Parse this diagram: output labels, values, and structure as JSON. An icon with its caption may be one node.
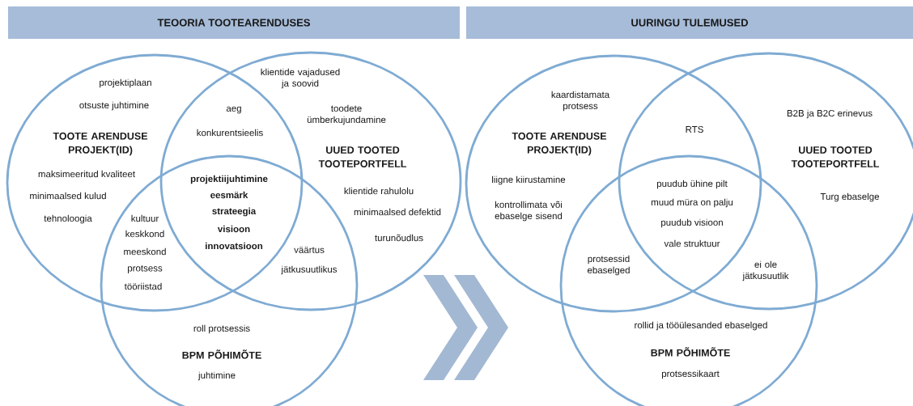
{
  "diagram": {
    "nodes": [
      {
        "text": [
          "TEOORIA TOOTEARENDUSES"
        ]
      },
      {
        "text": [
          "UURINGU TULEMUSED"
        ]
      },
      {
        "text": [
          "TOOTE ARENDUSE PROJEKT(ID)"
        ]
      },
      {
        "text": [
          "UUED TOOTED TOOTEPORTFELL"
        ]
      },
      {
        "text": [
          "BPM PÕHIMÕTE"
        ]
      },
      {
        "text": [
          "TOOTE ARENDUSE PROJEKT(ID)"
        ]
      },
      {
        "text": [
          "UUED TOOTED TOOTEPORTFELL"
        ]
      },
      {
        "text": [
          "BPM PÕHIMÕTE"
        ]
      }
    ],
    "labels": [
      "projektiplaan",
      "otsuste juhtimine",
      "maksimeeritud kvaliteet",
      "minimaalsed kulud",
      "tehnoloogia",
      "aeg",
      "konkurentsieelis",
      "klientide vajadused ja soovid",
      "toodete ümberkujundamine",
      "klientide rahulolu",
      "minimaalsed defektid",
      "turunõudlus",
      "kultuur",
      "keskkond",
      "meeskond",
      "protsess",
      "tööriistad",
      "projektiijuhtimine",
      "eesmärk",
      "strateegia",
      "visioon",
      "innovatsioon",
      "väärtus",
      "jätkusuutlikus",
      "roll protsessis",
      "juhtimine",
      "kaardistamata protsess",
      "RTS",
      "B2B ja B2C erinevus",
      "liigne kiirustamine",
      "kontrollimata või ebaselge sisend",
      "Turg ebaselge",
      "puudub ühine pilt",
      "muud müra on palju",
      "puudub visioon",
      "vale struktuur",
      "protsessid ebaselged",
      "ei ole jätkusuutlik",
      "rollid ja tööülesanded ebaselged",
      "protsessikaart"
    ]
  }
}
